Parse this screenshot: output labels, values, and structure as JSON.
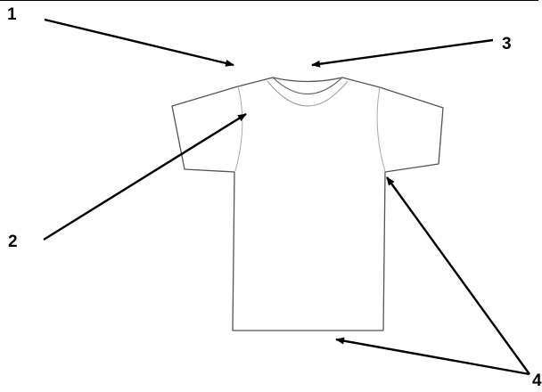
{
  "labels": {
    "one": "1",
    "two": "2",
    "three": "3",
    "four": "4"
  },
  "colors": {
    "arrow": "#000000",
    "outline": "#555555",
    "seam": "#aaaaaa",
    "background": "#ffffff"
  },
  "icons": {
    "garment": "t-shirt-outline"
  }
}
